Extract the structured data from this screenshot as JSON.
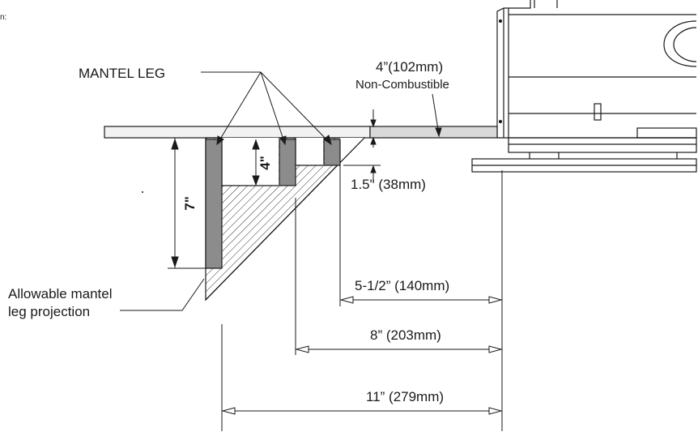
{
  "caption_fragment": "n:",
  "labels": {
    "mantel_leg": "MANTEL LEG",
    "noncomb_size": "4”(102mm)",
    "noncomb_text": "Non-Combustible",
    "allowable_line1": "Allowable mantel",
    "allowable_line2": "leg projection"
  },
  "dimensions": {
    "d_7": "7\"",
    "d_4": "4\"",
    "d_1_5": "1.5\" (38mm)",
    "d_5_5": "5-1/2” (140mm)",
    "d_8": "8” (203mm)",
    "d_11": "11” (279mm)"
  },
  "colors": {
    "ink": "#1a1a1a",
    "leg_fill": "#8c8c8c",
    "noncomb_fill": "#d9d9d9",
    "mantel_fill": "#f2f2f2"
  }
}
